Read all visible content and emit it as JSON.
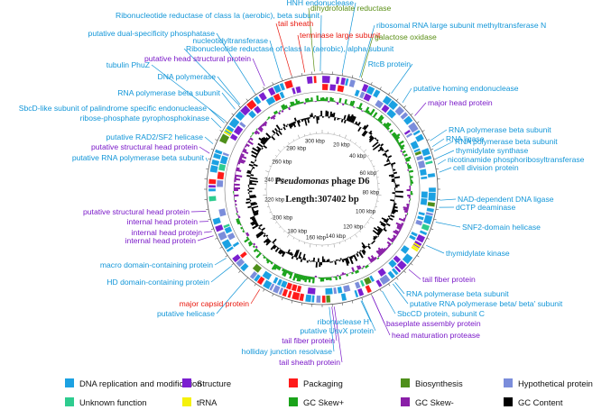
{
  "center": {
    "organism": "Pseudomonas",
    "phage": " phage D6",
    "length": "Length:307402 bp"
  },
  "ticks": [
    "20 kbp",
    "40 kbp",
    "60 kbp",
    "80 kbp",
    "100 kbp",
    "120 kbp",
    "140 kbp",
    "160 kbp",
    "180 kbp",
    "200 kbp",
    "220 kbp",
    "240 kbp",
    "260 kbp",
    "280 kbp",
    "300 kbp"
  ],
  "colors": {
    "dna": "#1ba1e2",
    "structure": "#7b1fd0",
    "packaging": "#ff1a1a",
    "biosynthesis": "#4e8f1a",
    "hypothetical": "#7b8ddb",
    "unknown": "#2ecc8f",
    "trna": "#f5f10a",
    "gc_skew_plus": "#1aa31a",
    "gc_skew_minus": "#8a1fa8",
    "gc_content": "#000000",
    "text_dna": "#1296d8",
    "text_structure": "#7a19c8",
    "text_packaging": "#e8180e",
    "text_biosynthesis": "#5a8f15"
  },
  "legend": [
    {
      "label": "DNA replication and modification",
      "color_key": "dna"
    },
    {
      "label": "Structure",
      "color_key": "structure"
    },
    {
      "label": "Packaging",
      "color_key": "packaging"
    },
    {
      "label": "Biosynthesis",
      "color_key": "biosynthesis"
    },
    {
      "label": "Hypothetical protein",
      "color_key": "hypothetical"
    },
    {
      "label": "Unknown function",
      "color_key": "unknown"
    },
    {
      "label": "tRNA",
      "color_key": "trna"
    },
    {
      "label": "GC Skew+",
      "color_key": "gc_skew_plus"
    },
    {
      "label": "GC Skew-",
      "color_key": "gc_skew_minus"
    },
    {
      "label": "GC Content",
      "color_key": "gc_content"
    }
  ],
  "annotations": [
    {
      "text": "dihydrofolate reductase",
      "cat": "biosynthesis"
    },
    {
      "text": "HNH endonuclease",
      "cat": "dna"
    },
    {
      "text": "Ribonucleotide reductase of class Ia (aerobic), beta subunit",
      "cat": "dna"
    },
    {
      "text": "tail sheath",
      "cat": "packaging"
    },
    {
      "text": "terminase large subunit",
      "cat": "packaging"
    },
    {
      "text": "ribosomal RNA large subunit methyltransferase N",
      "cat": "dna"
    },
    {
      "text": "putative dual-specificity phosphatase",
      "cat": "dna"
    },
    {
      "text": "nucleotidyltransferase",
      "cat": "dna"
    },
    {
      "text": "galactose oxidase",
      "cat": "biosynthesis"
    },
    {
      "text": "Ribonucleotide reductase of class Ia (aerobic), alpha subunit",
      "cat": "dna"
    },
    {
      "text": "putative head structural protein",
      "cat": "structure"
    },
    {
      "text": "RtcB protein",
      "cat": "dna"
    },
    {
      "text": "tubulin PhuZ",
      "cat": "dna"
    },
    {
      "text": "DNA polymerase",
      "cat": "dna"
    },
    {
      "text": "putative homing endonuclease",
      "cat": "dna"
    },
    {
      "text": "RNA polymerase beta subunit",
      "cat": "dna"
    },
    {
      "text": "major head protein",
      "cat": "structure"
    },
    {
      "text": "SbcD-like subunit of palindrome specific endonuclease",
      "cat": "dna"
    },
    {
      "text": "RNA polymerase beta subunit",
      "cat": "dna"
    },
    {
      "text": "ribose-phosphate pyrophosphokinase",
      "cat": "dna"
    },
    {
      "text": "RNA polymerase beta subunit",
      "cat": "dna"
    },
    {
      "text": "RNA ligase",
      "cat": "dna"
    },
    {
      "text": "putative RAD2/SF2 helicase",
      "cat": "dna"
    },
    {
      "text": "thymidylate synthase",
      "cat": "dna"
    },
    {
      "text": "putative structural head protein",
      "cat": "structure"
    },
    {
      "text": "nicotinamide phosphoribosyltransferase",
      "cat": "dna"
    },
    {
      "text": "putative RNA polymerase beta subunit",
      "cat": "dna"
    },
    {
      "text": "cell division protein",
      "cat": "dna"
    },
    {
      "text": "NAD-dependent DNA ligase",
      "cat": "dna"
    },
    {
      "text": "dCTP deaminase",
      "cat": "dna"
    },
    {
      "text": "putative structural head protein",
      "cat": "structure"
    },
    {
      "text": "internal head protein",
      "cat": "structure"
    },
    {
      "text": "SNF2-domain helicase",
      "cat": "dna"
    },
    {
      "text": "internal head protejn",
      "cat": "structure"
    },
    {
      "text": "internal head protein",
      "cat": "structure"
    },
    {
      "text": "thymidylate kinase",
      "cat": "dna"
    },
    {
      "text": "macro domain-containing protein",
      "cat": "dna"
    },
    {
      "text": "tail fiber protein",
      "cat": "structure"
    },
    {
      "text": "HD domain-containing protein",
      "cat": "dna"
    },
    {
      "text": "RNA polymerase beta subunit",
      "cat": "dna"
    },
    {
      "text": "major capsid protein",
      "cat": "packaging"
    },
    {
      "text": "putative RNA polymerase beta/ beta' subunit",
      "cat": "dna"
    },
    {
      "text": "putative helicase",
      "cat": "dna"
    },
    {
      "text": "SbcCD protein, subunit C",
      "cat": "dna"
    },
    {
      "text": "ribonuclease H",
      "cat": "dna"
    },
    {
      "text": "baseplate assembly protein",
      "cat": "structure"
    },
    {
      "text": "putative UsvX protein",
      "cat": "dna"
    },
    {
      "text": "head maturation protease",
      "cat": "structure"
    },
    {
      "text": "tail fiber protein",
      "cat": "structure"
    },
    {
      "text": "holliday junction resolvase",
      "cat": "dna"
    },
    {
      "text": "tail sheath protein",
      "cat": "structure"
    }
  ]
}
